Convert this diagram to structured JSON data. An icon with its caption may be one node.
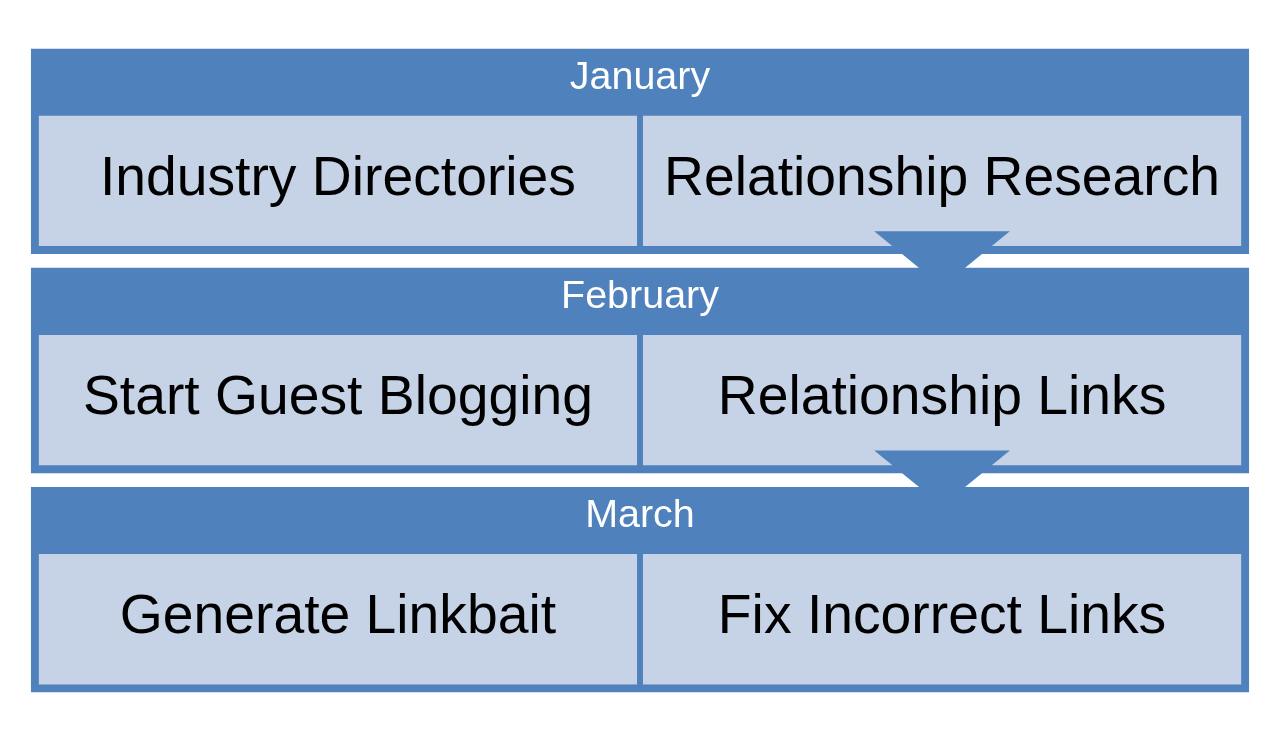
{
  "diagram": {
    "nodes": [
      {
        "text": [
          "January"
        ]
      },
      {
        "text": [
          "Relationship Research"
        ],
        "in": 0
      },
      {
        "text": [
          "Industry Directories"
        ],
        "in": 0
      },
      {
        "text": [
          "February"
        ]
      },
      {
        "text": [
          "Relationship Links"
        ],
        "in": 3
      },
      {
        "text": [
          "Start Guest Blogging"
        ],
        "in": 3
      },
      {
        "text": [
          "March"
        ]
      },
      {
        "text": [
          "Fix Incorrect Links"
        ],
        "in": 6
      },
      {
        "text": [
          "Generate Linkbait"
        ],
        "in": 6
      }
    ],
    "edges": [
      {
        "from": 0,
        "to": 3,
        "arrow": "to",
        "style": "thick"
      },
      {
        "from": 3,
        "to": 6,
        "arrow": "to",
        "style": "thick"
      }
    ]
  }
}
